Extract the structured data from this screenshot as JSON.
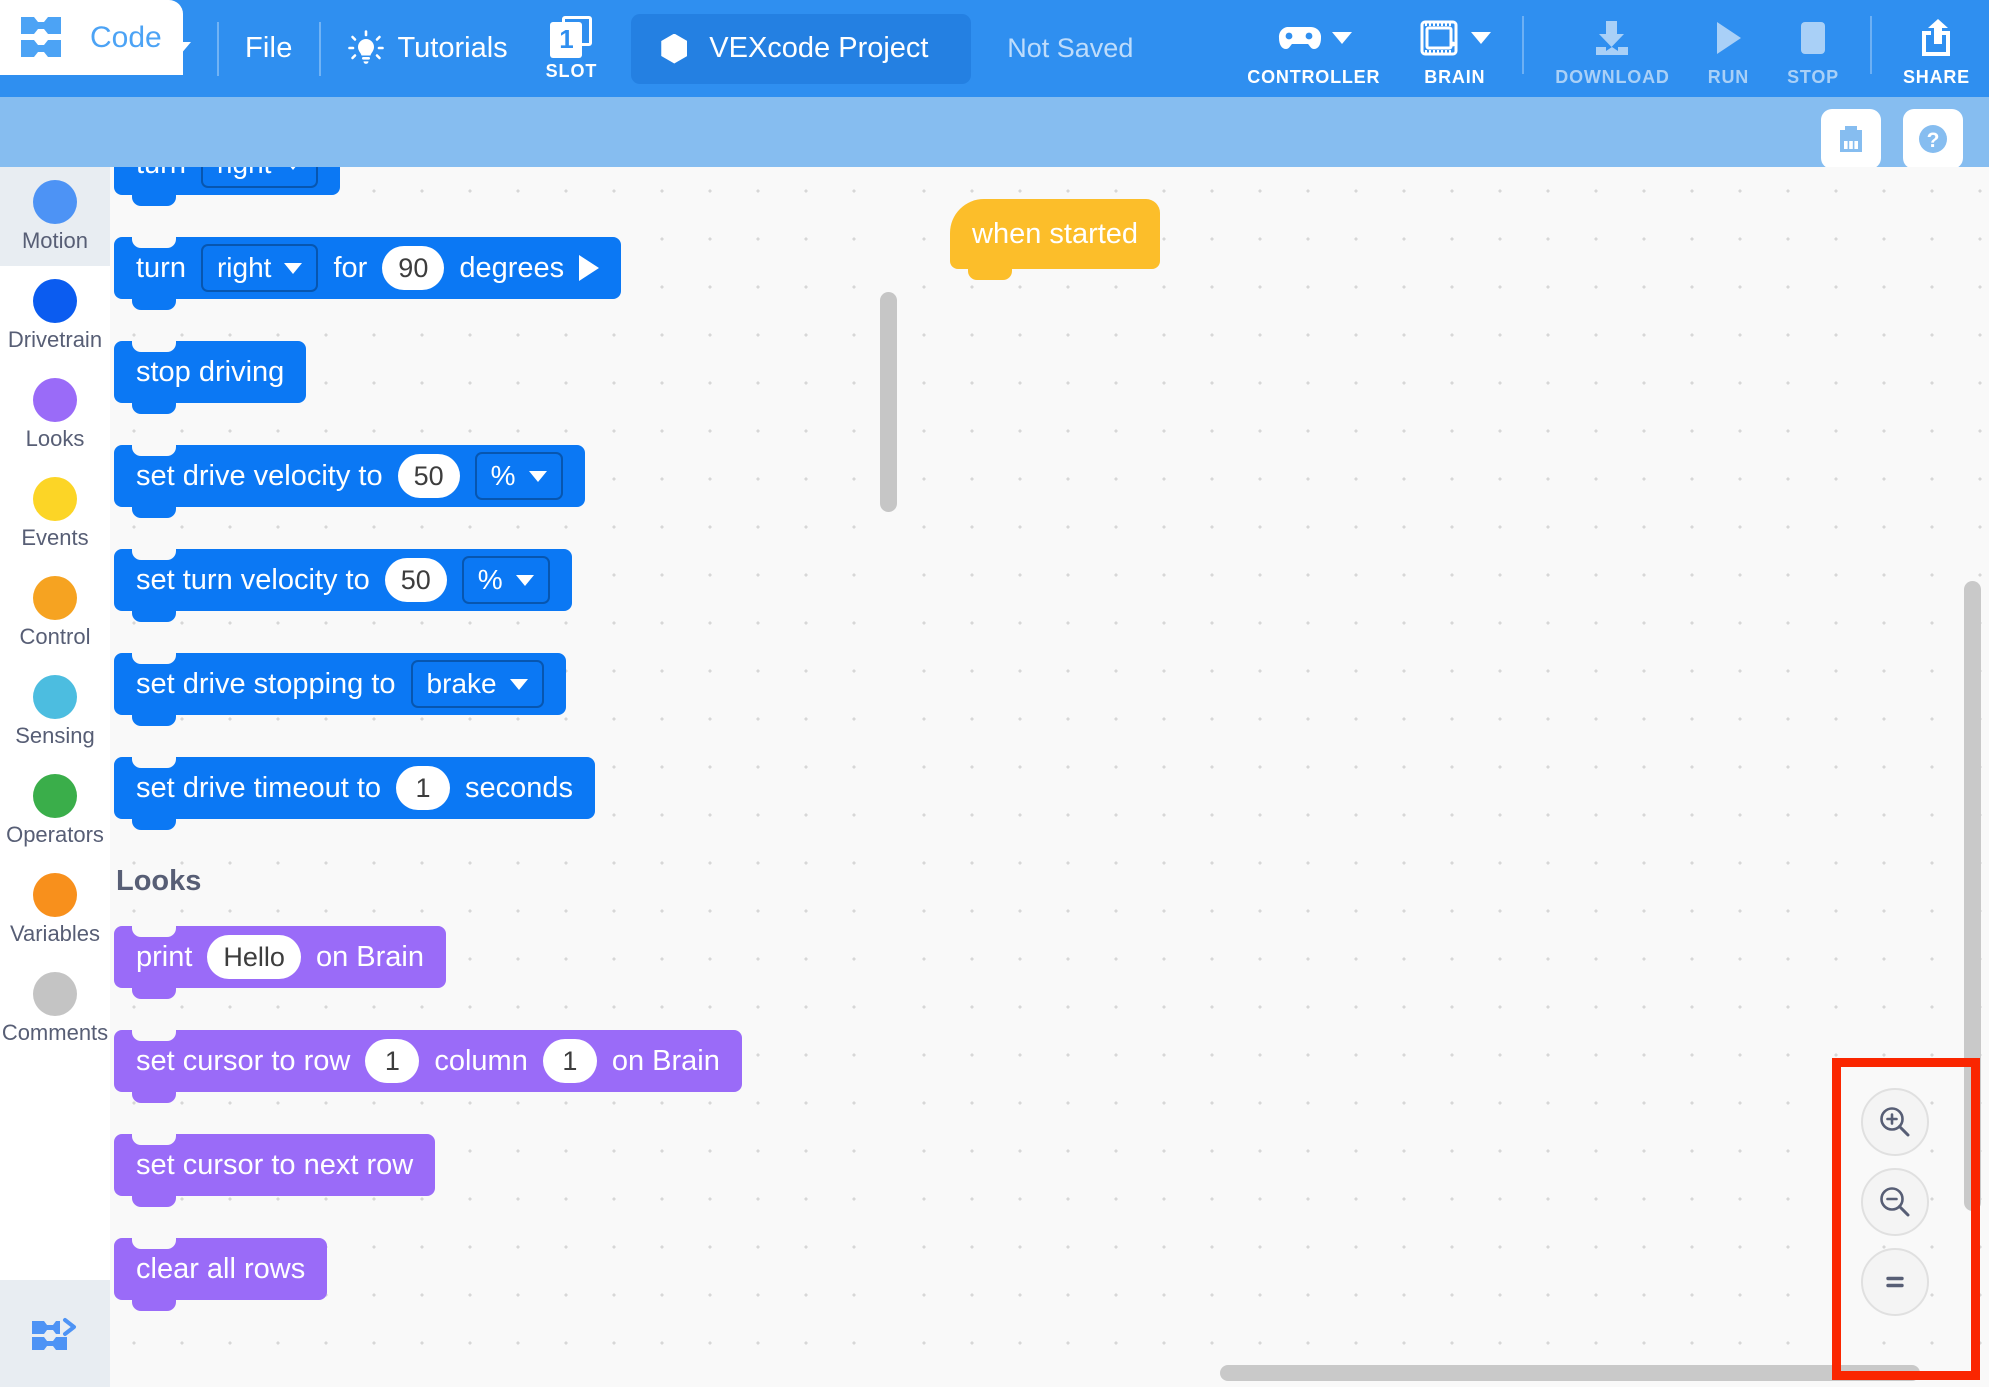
{
  "topbar": {
    "logo_icon": "vex-v5-logo-icon",
    "language_icon": "globe-icon",
    "file_label": "File",
    "tutorials_label": "Tutorials",
    "tutorials_icon": "lightbulb-icon",
    "slot_number": "1",
    "slot_label": "SLOT",
    "project_icon": "hexagon-icon",
    "project_name": "VEXcode Project",
    "save_status": "Not Saved",
    "buttons": [
      {
        "name": "controller",
        "label": "CONTROLLER",
        "icon": "gamepad-icon",
        "has_caret": true,
        "dim": false
      },
      {
        "name": "brain",
        "label": "BRAIN",
        "icon": "brain-icon",
        "has_caret": true,
        "dim": false
      },
      {
        "name": "download",
        "label": "DOWNLOAD",
        "icon": "download-icon",
        "has_caret": false,
        "dim": true
      },
      {
        "name": "run",
        "label": "RUN",
        "icon": "play-icon",
        "has_caret": false,
        "dim": true
      },
      {
        "name": "stop",
        "label": "STOP",
        "icon": "stop-icon",
        "has_caret": false,
        "dim": true
      },
      {
        "name": "share",
        "label": "SHARE",
        "icon": "share-icon",
        "has_caret": false,
        "dim": false
      }
    ]
  },
  "subbar": {
    "code_tab_label": "Code",
    "code_tab_icon": "blocks-icon",
    "monitor_icon": "brain-monitor-icon",
    "help_icon": "question-mark-icon"
  },
  "sidebar": {
    "categories": [
      {
        "label": "Motion",
        "color": "#4d93f5",
        "active": true
      },
      {
        "label": "Drivetrain",
        "color": "#0b5cf0",
        "active": false
      },
      {
        "label": "Looks",
        "color": "#9a6bf8",
        "active": false
      },
      {
        "label": "Events",
        "color": "#fcd526",
        "active": false
      },
      {
        "label": "Control",
        "color": "#f6a321",
        "active": false
      },
      {
        "label": "Sensing",
        "color": "#4cbde0",
        "active": false
      },
      {
        "label": "Operators",
        "color": "#3aae4a",
        "active": false
      },
      {
        "label": "Variables",
        "color": "#f8901c",
        "active": false
      },
      {
        "label": "Comments",
        "color": "#c4c4c4",
        "active": false
      }
    ],
    "toggle_icon": "blocks-to-text-icon"
  },
  "palette": {
    "sections": [
      {
        "title": "",
        "blocks": [
          {
            "kind": "motion",
            "parts": [
              {
                "t": "text",
                "v": "turn"
              },
              {
                "t": "dropdown",
                "v": "right"
              }
            ]
          },
          {
            "kind": "motion",
            "parts": [
              {
                "t": "text",
                "v": "turn"
              },
              {
                "t": "dropdown",
                "v": "right"
              },
              {
                "t": "text",
                "v": "for"
              },
              {
                "t": "oval",
                "v": "90"
              },
              {
                "t": "text",
                "v": "degrees"
              },
              {
                "t": "play",
                "v": ""
              }
            ]
          },
          {
            "kind": "motion",
            "parts": [
              {
                "t": "text",
                "v": "stop driving"
              }
            ]
          },
          {
            "kind": "motion",
            "parts": [
              {
                "t": "text",
                "v": "set drive velocity to"
              },
              {
                "t": "oval",
                "v": "50"
              },
              {
                "t": "dropdown",
                "v": "%"
              }
            ]
          },
          {
            "kind": "motion",
            "parts": [
              {
                "t": "text",
                "v": "set turn velocity to"
              },
              {
                "t": "oval",
                "v": "50"
              },
              {
                "t": "dropdown",
                "v": "%"
              }
            ]
          },
          {
            "kind": "motion",
            "parts": [
              {
                "t": "text",
                "v": "set drive stopping to"
              },
              {
                "t": "dropdown",
                "v": "brake"
              }
            ]
          },
          {
            "kind": "motion",
            "parts": [
              {
                "t": "text",
                "v": "set drive timeout to"
              },
              {
                "t": "oval",
                "v": "1"
              },
              {
                "t": "text",
                "v": "seconds"
              }
            ]
          }
        ]
      },
      {
        "title": "Looks",
        "blocks": [
          {
            "kind": "looks",
            "parts": [
              {
                "t": "text",
                "v": "print"
              },
              {
                "t": "oval",
                "v": "Hello"
              },
              {
                "t": "text",
                "v": "on Brain"
              }
            ]
          },
          {
            "kind": "looks",
            "parts": [
              {
                "t": "text",
                "v": "set cursor to row"
              },
              {
                "t": "oval",
                "v": "1"
              },
              {
                "t": "text",
                "v": "column"
              },
              {
                "t": "oval",
                "v": "1"
              },
              {
                "t": "text",
                "v": "on Brain"
              }
            ]
          },
          {
            "kind": "looks",
            "parts": [
              {
                "t": "text",
                "v": "set cursor to next row"
              }
            ]
          },
          {
            "kind": "looks",
            "parts": [
              {
                "t": "text",
                "v": "clear all rows"
              }
            ]
          }
        ]
      }
    ]
  },
  "workspace": {
    "blocks": [
      {
        "kind": "hat",
        "label": "when started"
      }
    ]
  },
  "zoom_controls": {
    "highlight_color": "#fa2600",
    "zoom_in_icon": "zoom-in-icon",
    "zoom_out_icon": "zoom-out-icon",
    "zoom_reset_icon": "zoom-reset-icon"
  },
  "colors": {
    "toolbar_blue": "#2f8ff0",
    "subbar_blue": "#86bdf0",
    "motion_block": "#0b78f4",
    "looks_block": "#9a6bf8",
    "events_block": "#fcbe2a",
    "canvas": "#f9f9f9"
  }
}
